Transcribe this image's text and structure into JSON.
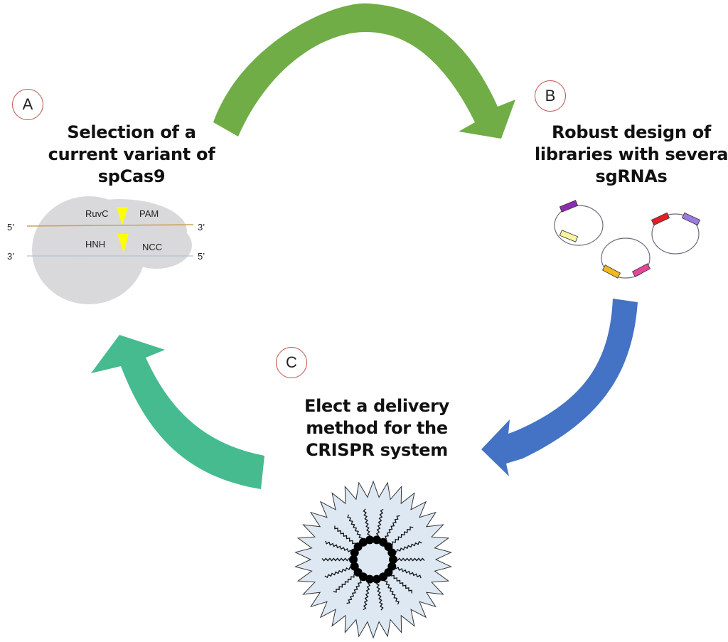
{
  "colors": {
    "arrow_green": "#70ad47",
    "arrow_blue": "#4472c4",
    "arrow_teal": "#45bb8f",
    "badge_border": "#c0504d",
    "cas9_body": "#d9d9db",
    "dna_top": "#c9a35a",
    "dna_bottom": "#b4c1e0",
    "cleavage_marker": "#ffff00",
    "nanoparticle_fill": "#dde8f3"
  },
  "steps": [
    {
      "badge": "A",
      "title_lines": [
        "Selection of a",
        "current variant of",
        "spCas9"
      ]
    },
    {
      "badge": "B",
      "title_lines": [
        "Robust design of",
        "libraries with several",
        "sgRNAs"
      ]
    },
    {
      "badge": "C",
      "title_lines": [
        "Elect a delivery",
        "method for the",
        "CRISPR system"
      ]
    }
  ],
  "cas9_diagram": {
    "labels": {
      "ruvc": "RuvC",
      "pam": "PAM",
      "hnh": "HNH",
      "ncc": "NCC",
      "top_left": "5’",
      "top_right": "3’",
      "bottom_left": "3’",
      "bottom_right": "5’"
    }
  },
  "plasmids": [
    {
      "inserts": [
        {
          "color": "#8e2bb5"
        },
        {
          "color": "#fbf3a0"
        }
      ]
    },
    {
      "inserts": [
        {
          "color": "#f2b81f"
        },
        {
          "color": "#e8449a"
        }
      ]
    },
    {
      "inserts": [
        {
          "color": "#e21f26"
        },
        {
          "color": "#9b7be0"
        }
      ]
    }
  ]
}
